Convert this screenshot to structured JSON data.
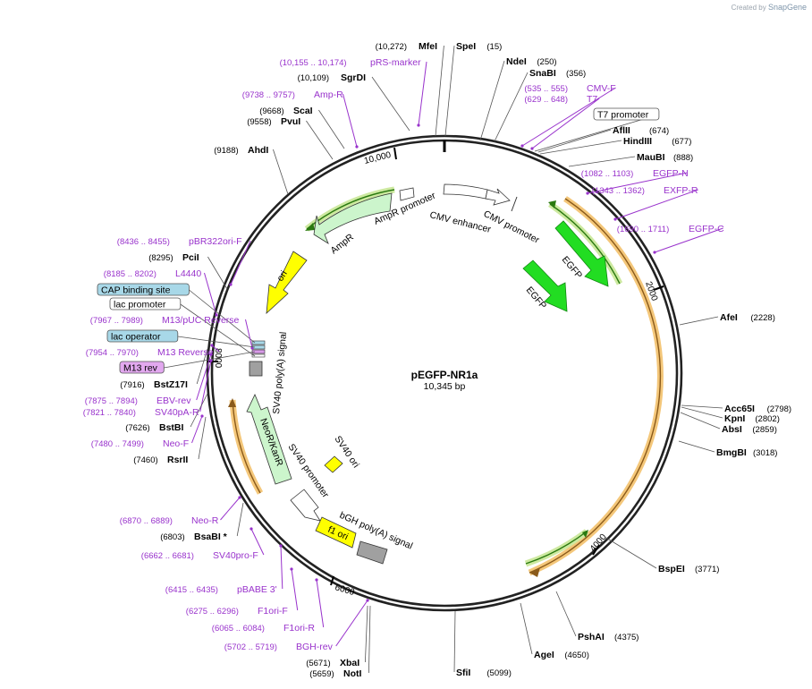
{
  "credit": {
    "prefix": "Created by",
    "brand": "SnapGene"
  },
  "plasmid": {
    "name": "pEGFP-NR1a",
    "length": "10,345 bp"
  },
  "ticks": [
    "10,000",
    "2000",
    "4000",
    "6000",
    "8000"
  ],
  "features": {
    "ampr": "AmpR",
    "ampr_promoter": "AmpR promoter",
    "ori": "ori",
    "cmv_enhancer": "CMV enhancer",
    "cmv_promoter": "CMV promoter",
    "egfp": "EGFP",
    "sv40_polya": "SV40 poly(A) signal",
    "neor": "NeoR/KanR",
    "sv40_promoter": "SV40 promoter",
    "sv40_ori": "SV40 ori",
    "bgh_polya": "bGH poly(A) signal",
    "f1_ori": "f1 ori"
  },
  "labels": [
    {
      "id": "mfei",
      "kind": "enzyme",
      "name": "MfeI",
      "pos": "(10,272)"
    },
    {
      "id": "spei",
      "kind": "enzyme",
      "name": "SpeI",
      "pos": "(15)"
    },
    {
      "id": "prs",
      "kind": "primer",
      "name": "pRS-marker",
      "pos": "(10,155 .. 10,174)"
    },
    {
      "id": "ndei",
      "kind": "enzyme",
      "name": "NdeI",
      "pos": "(250)"
    },
    {
      "id": "sgrdi",
      "kind": "enzyme",
      "name": "SgrDI",
      "pos": "(10,109)"
    },
    {
      "id": "snabi",
      "kind": "enzyme",
      "name": "SnaBI",
      "pos": "(356)"
    },
    {
      "id": "cmvf",
      "kind": "primer",
      "name": "CMV-F",
      "pos": "(535 .. 555)"
    },
    {
      "id": "ampr_p",
      "kind": "primer",
      "name": "Amp-R",
      "pos": "(9738 .. 9757)"
    },
    {
      "id": "t7",
      "kind": "primer",
      "name": "T7",
      "pos": "(629 .. 648)"
    },
    {
      "id": "scai",
      "kind": "enzyme",
      "name": "ScaI",
      "pos": "(9668)"
    },
    {
      "id": "t7prom",
      "kind": "box",
      "name": "T7 promoter"
    },
    {
      "id": "pvui",
      "kind": "enzyme",
      "name": "PvuI",
      "pos": "(9558)"
    },
    {
      "id": "aflii",
      "kind": "enzyme",
      "name": "AflII",
      "pos": "(674)"
    },
    {
      "id": "hindiii",
      "kind": "enzyme",
      "name": "HindIII",
      "pos": "(677)"
    },
    {
      "id": "ahdi",
      "kind": "enzyme",
      "name": "AhdI",
      "pos": "(9188)"
    },
    {
      "id": "maubi",
      "kind": "enzyme",
      "name": "MauBI",
      "pos": "(888)"
    },
    {
      "id": "egfpn",
      "kind": "primer",
      "name": "EGFP-N",
      "pos": "(1082 .. 1103)"
    },
    {
      "id": "exfpr",
      "kind": "primer",
      "name": "EXFP-R",
      "pos": "(1343 .. 1362)"
    },
    {
      "id": "egfpc",
      "kind": "primer",
      "name": "EGFP-C",
      "pos": "(1690 .. 1711)"
    },
    {
      "id": "pbr",
      "kind": "primer",
      "name": "pBR322ori-F",
      "pos": "(8436 .. 8455)"
    },
    {
      "id": "pcii",
      "kind": "enzyme",
      "name": "PciI",
      "pos": "(8295)"
    },
    {
      "id": "l4440",
      "kind": "primer",
      "name": "L4440",
      "pos": "(8185 .. 8202)"
    },
    {
      "id": "cap",
      "kind": "box",
      "name": "CAP binding site"
    },
    {
      "id": "lacprom",
      "kind": "box",
      "name": "lac promoter"
    },
    {
      "id": "afei",
      "kind": "enzyme",
      "name": "AfeI",
      "pos": "(2228)"
    },
    {
      "id": "m13puc",
      "kind": "primer",
      "name": "M13/pUC Reverse",
      "pos": "(7967 .. 7989)"
    },
    {
      "id": "lacop",
      "kind": "box",
      "name": "lac operator"
    },
    {
      "id": "m13r",
      "kind": "primer",
      "name": "M13 Reverse",
      "pos": "(7954 .. 7970)"
    },
    {
      "id": "m13rev",
      "kind": "box",
      "name": "M13 rev"
    },
    {
      "id": "bstz",
      "kind": "enzyme",
      "name": "BstZ17I",
      "pos": "(7916)"
    },
    {
      "id": "ebv",
      "kind": "primer",
      "name": "EBV-rev",
      "pos": "(7875 .. 7894)"
    },
    {
      "id": "acc65i",
      "kind": "enzyme",
      "name": "Acc65I",
      "pos": "(2798)"
    },
    {
      "id": "sv40pa",
      "kind": "primer",
      "name": "SV40pA-R",
      "pos": "(7821 .. 7840)"
    },
    {
      "id": "kpni",
      "kind": "enzyme",
      "name": "KpnI",
      "pos": "(2802)"
    },
    {
      "id": "bstbi",
      "kind": "enzyme",
      "name": "BstBI",
      "pos": "(7626)"
    },
    {
      "id": "absi",
      "kind": "enzyme",
      "name": "AbsI",
      "pos": "(2859)"
    },
    {
      "id": "neof",
      "kind": "primer",
      "name": "Neo-F",
      "pos": "(7480 .. 7499)"
    },
    {
      "id": "bmgbi",
      "kind": "enzyme",
      "name": "BmgBI",
      "pos": "(3018)"
    },
    {
      "id": "rsrii",
      "kind": "enzyme",
      "name": "RsrII",
      "pos": "(7460)"
    },
    {
      "id": "neor_p",
      "kind": "primer",
      "name": "Neo-R",
      "pos": "(6870 .. 6889)"
    },
    {
      "id": "bsabi",
      "kind": "enzyme",
      "name": "BsaBI *",
      "pos": "(6803)"
    },
    {
      "id": "sv40prof",
      "kind": "primer",
      "name": "SV40pro-F",
      "pos": "(6662 .. 6681)"
    },
    {
      "id": "bspei",
      "kind": "enzyme",
      "name": "BspEI",
      "pos": "(3771)"
    },
    {
      "id": "pbabe",
      "kind": "primer",
      "name": "pBABE 3'",
      "pos": "(6415 .. 6435)"
    },
    {
      "id": "f1orif",
      "kind": "primer",
      "name": "F1ori-F",
      "pos": "(6275 .. 6296)"
    },
    {
      "id": "f1orir",
      "kind": "primer",
      "name": "F1ori-R",
      "pos": "(6065 .. 6084)"
    },
    {
      "id": "pshai",
      "kind": "enzyme",
      "name": "PshAI",
      "pos": "(4375)"
    },
    {
      "id": "bghrev",
      "kind": "primer",
      "name": "BGH-rev",
      "pos": "(5702 .. 5719)"
    },
    {
      "id": "agei",
      "kind": "enzyme",
      "name": "AgeI",
      "pos": "(4650)"
    },
    {
      "id": "xbai",
      "kind": "enzyme",
      "name": "XbaI",
      "pos": "(5671)"
    },
    {
      "id": "noti",
      "kind": "enzyme",
      "name": "NotI",
      "pos": "(5659)"
    },
    {
      "id": "sfii",
      "kind": "enzyme",
      "name": "SfiI",
      "pos": "(5099)"
    }
  ],
  "colors": {
    "backbone": "#222222",
    "enzyme_text": "#000000",
    "primer": "#9933cc",
    "egfp": "#22dd22",
    "ampr": "#ccf5cc",
    "ori": "#ffff00",
    "orf_highlight": "#f4c77a",
    "cap_box": "#a8d8e8",
    "m13_box": "#e2a8ef"
  }
}
